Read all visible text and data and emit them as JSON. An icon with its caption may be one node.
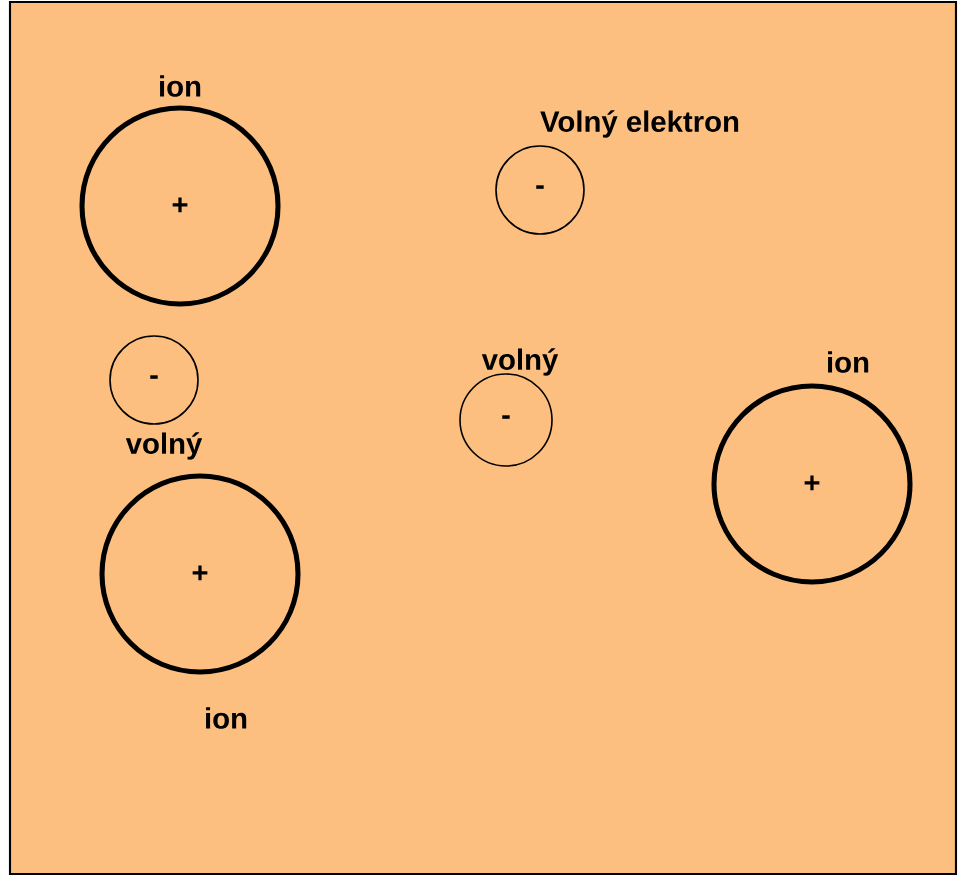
{
  "diagram": {
    "nodes": [
      {
        "text": [
          "+"
        ],
        "beside": [
          "ion"
        ]
      },
      {
        "text": [
          "-"
        ],
        "beside": [
          "Volný elektron"
        ]
      },
      {
        "text": [
          "-"
        ],
        "beside": [
          "volný"
        ]
      },
      {
        "text": [
          "-"
        ],
        "beside": [
          "volný"
        ]
      },
      {
        "text": [
          "+"
        ],
        "beside": [
          "ion"
        ]
      },
      {
        "text": [
          "+"
        ],
        "beside": [
          "ion"
        ]
      }
    ]
  }
}
